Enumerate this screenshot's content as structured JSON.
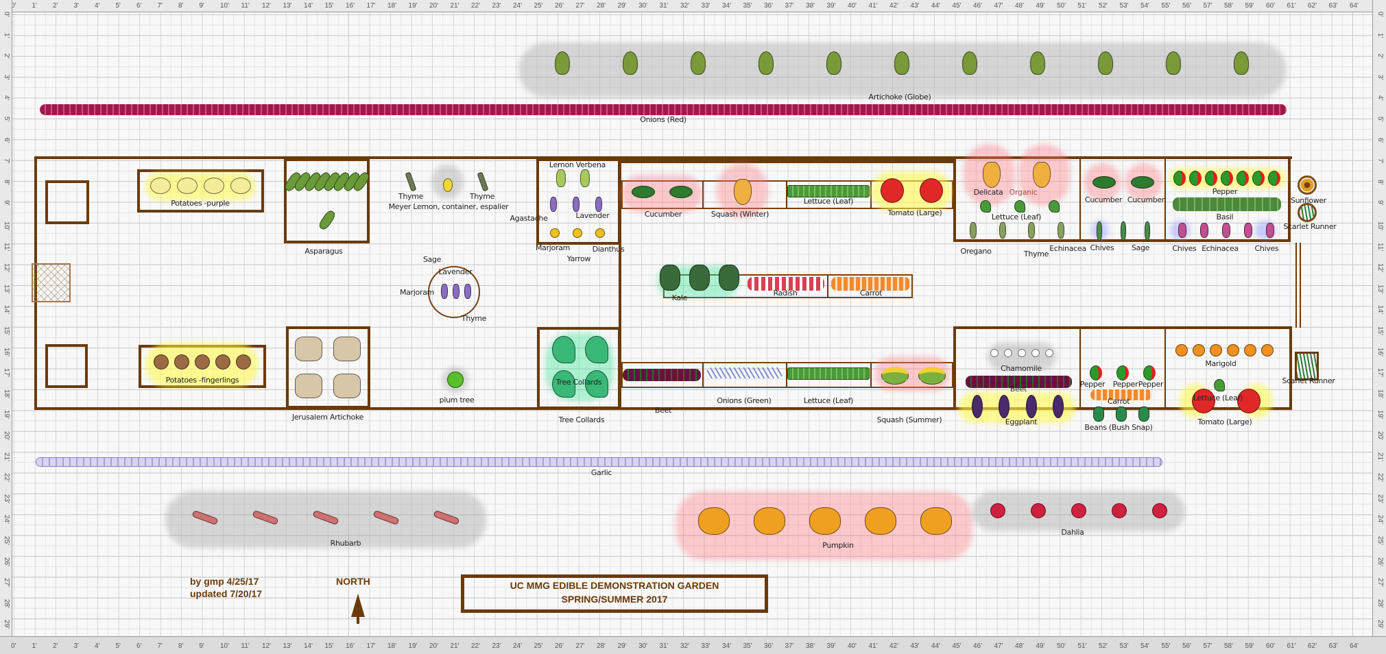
{
  "ruler": {
    "x_labels": [
      "0'",
      "1'",
      "2'",
      "3'",
      "4'",
      "5'",
      "6'",
      "7'",
      "8'",
      "9'",
      "10'",
      "11'",
      "12'",
      "13'",
      "14'",
      "15'",
      "16'",
      "17'",
      "18'",
      "19'",
      "20'",
      "21'",
      "22'",
      "23'",
      "24'",
      "25'",
      "26'",
      "27'",
      "28'",
      "29'",
      "30'",
      "31'",
      "32'",
      "33'",
      "34'",
      "35'",
      "36'",
      "37'",
      "38'",
      "39'",
      "40'",
      "41'",
      "42'",
      "43'",
      "44'",
      "45'",
      "46'",
      "47'",
      "48'",
      "49'",
      "50'",
      "51'",
      "52'",
      "53'",
      "54'",
      "55'",
      "56'",
      "57'",
      "58'",
      "59'",
      "60'",
      "61'",
      "62'",
      "63'",
      "64'"
    ],
    "y_labels": [
      "0'",
      "1'",
      "2'",
      "3'",
      "4'",
      "5'",
      "6'",
      "7'",
      "8'",
      "9'",
      "10'",
      "11'",
      "12'",
      "13'",
      "14'",
      "15'",
      "16'",
      "17'",
      "18'",
      "19'",
      "20'",
      "21'",
      "22'",
      "23'",
      "24'",
      "25'",
      "26'",
      "27'",
      "28'",
      "29'"
    ]
  },
  "rows": {
    "artichoke": "Artichoke (Globe)",
    "onions_red": "Onions (Red)",
    "garlic": "Garlic",
    "rhubarb": "Rhubarb",
    "pumpkin": "Pumpkin",
    "dahlia": "Dahlia"
  },
  "left": {
    "potatoes_purple": "Potatoes -purple",
    "potatoes_fingerlings": "Potatoes -fingerlings",
    "asparagus": "Asparagus",
    "jerusalem": "Jerusalem Artichoke",
    "thyme1": "Thyme",
    "thyme2": "Thyme",
    "meyer": "Meyer Lemon, container, espalier",
    "circle_sage": "Sage",
    "circle_lavender": "Lavender",
    "circle_marjoram": "Marjoram",
    "circle_thyme": "Thyme",
    "plum": "plum tree"
  },
  "herb_box": {
    "lemon_verbena": "Lemon Verbena",
    "agastache": "Agastache",
    "lavender": "Lavender",
    "marjoram": "Marjoram",
    "dianthus": "Dianthus",
    "yarrow": "Yarrow"
  },
  "collards": {
    "a": "Tree Collards",
    "b": "Tree Collards"
  },
  "middle": {
    "cucumber": "Cucumber",
    "squash_winter": "Squash (Winter)",
    "lettuce_top": "Lettuce (Leaf)",
    "tomato": "Tomato (Large)",
    "kale": "Kale",
    "radish": "Radish",
    "carrot": "Carrot",
    "beet": "Beet",
    "onions_green": "Onions (Green)",
    "lettuce_bottom": "Lettuce (Leaf)",
    "squash_summer": "Squash (Summer)"
  },
  "right_top": {
    "delicata": "Delicata",
    "organic": "Organic",
    "lettuce": "Lettuce (Leaf)",
    "oregano": "Oregano",
    "thyme": "Thyme",
    "echinacea": "Echinacea",
    "chives": "Chives",
    "sage": "Sage",
    "cucumber1": "Cucumber",
    "cucumber2": "Cucumber",
    "pepper": "Pepper",
    "basil": "Basil",
    "chives2": "Chives",
    "echinacea2": "Echinacea",
    "chives3": "Chives",
    "sunflower": "Sunflower",
    "scarlet_runner": "Scarlet Runner"
  },
  "right_bottom": {
    "chamomile": "Chamomile",
    "beet": "Beet",
    "eggplant": "Eggplant",
    "pepper1": "Pepper",
    "pepper2": "Pepper",
    "pepper3": "Pepper",
    "carrot": "Carrot",
    "beans": "Beans (Bush Snap)",
    "marigold": "Marigold",
    "lettuce": "Lettuce (Leaf)",
    "tomato": "Tomato (Large)",
    "scarlet_runner": "Scarlet Runner"
  },
  "credits": {
    "by": "by gmp 4/25/17",
    "updated": "updated 7/20/17",
    "north": "NORTH"
  },
  "title": {
    "line1": "UC MMG EDIBLE DEMONSTRATION GARDEN",
    "line2": "SPRING/SUMMER 2017"
  },
  "colors": {
    "border": "#6b3a0a",
    "title": "#6b3a0a"
  }
}
